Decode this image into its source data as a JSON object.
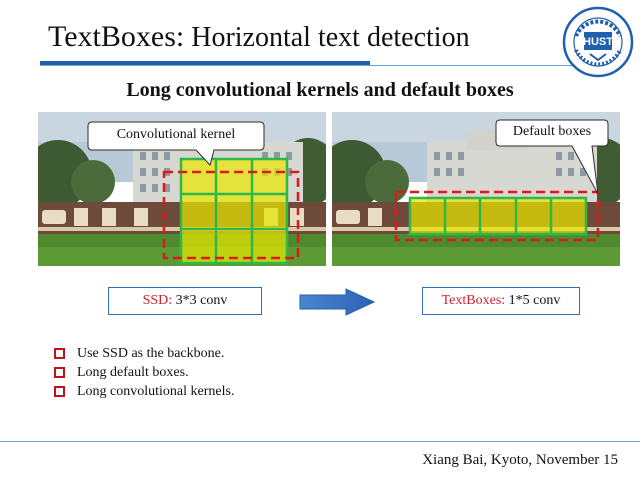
{
  "header": {
    "title_main": "TextBoxes:",
    "title_rest": " Horizontal text detection",
    "logo_icon": "university-seal-icon",
    "logo_text": "HUST"
  },
  "subtitle": "Long convolutional kernels and default boxes",
  "left_panel": {
    "callout": "Convolutional kernel",
    "caption_prefix": "SSD:",
    "caption_suffix": " 3*3 conv"
  },
  "right_panel": {
    "callout": "Default boxes",
    "caption_prefix": "TextBoxes:",
    "caption_suffix": " 1*5 conv"
  },
  "arrow_icon": "right-arrow-icon",
  "bullets": [
    "Use SSD as the backbone.",
    "Long default boxes.",
    "Long convolutional kernels."
  ],
  "footer": "Xiang Bai, Kyoto, November 15",
  "colors": {
    "accent_blue": "#1f5fae",
    "highlight_red": "#d0202a",
    "kernel_yellow": "#e8e800",
    "grid_green": "#2fb84a"
  }
}
